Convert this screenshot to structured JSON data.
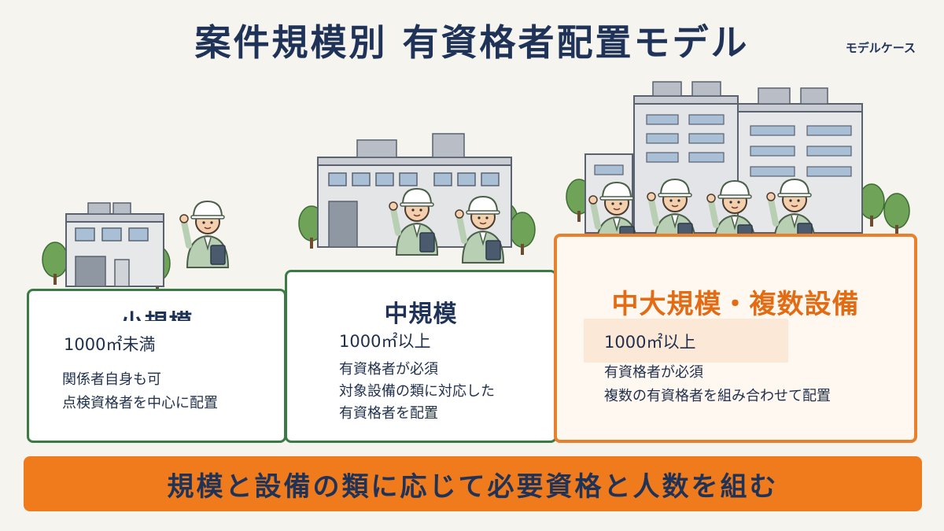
{
  "title": "案件規模別 有資格者配置モデル",
  "badge": "モデルケース",
  "tiers": [
    {
      "name": "小規模",
      "area": "1000㎡未満",
      "lines": [
        "関係者自身も可",
        "点検資格者を中心に配置"
      ]
    },
    {
      "name": "中規模",
      "area": "1000㎡以上",
      "lines": [
        "有資格者が必須",
        "対象設備の類に対応した",
        "有資格者を配置"
      ]
    },
    {
      "name": "中大規模・複数設備",
      "area": "1000㎡以上",
      "lines": [
        "有資格者が必須",
        "複数の有資格者を組み合わせて配置"
      ]
    }
  ],
  "footer": "規模と設備の類に応じて必要資格と人数を組む",
  "colors": {
    "navy": "#1f3358",
    "green_border": "#3b7a44",
    "orange": "#ef7b1c",
    "orange_text": "#e26b13",
    "background": "#f5f4ef"
  }
}
